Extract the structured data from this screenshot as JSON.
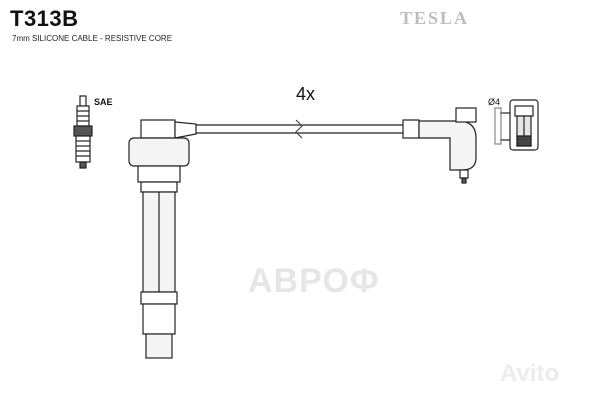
{
  "header": {
    "part_code": "T313B",
    "subtitle": "7mm SILICONE CABLE - RESISTIVE CORE",
    "brand": "TESLA"
  },
  "diagram": {
    "quantity_label": "4x",
    "plug_standard_label": "SAE",
    "terminal_diameter_label": "Ø4"
  },
  "watermarks": {
    "main": "АВРОФ",
    "avito": "Avito"
  }
}
